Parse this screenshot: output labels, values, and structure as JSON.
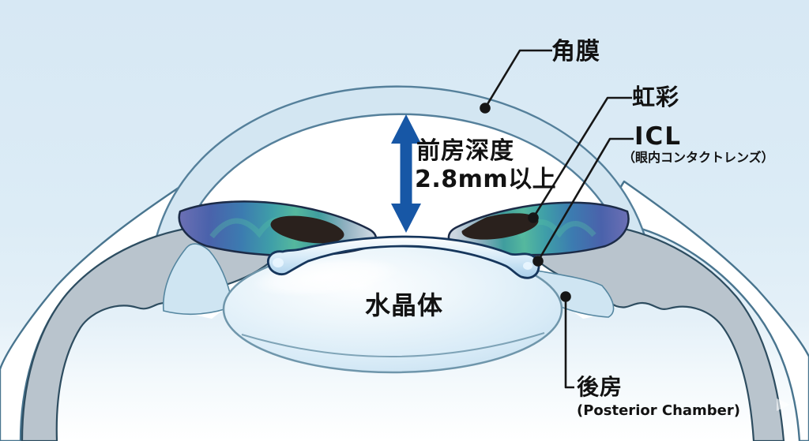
{
  "diagram": {
    "labels": {
      "cornea": "角膜",
      "iris": "虹彩",
      "icl": "ICL",
      "icl_sub": "（眼内コンタクトレンズ）",
      "depth_line1": "前房深度",
      "depth_line2": "2.8mm以上",
      "lens": "水晶体",
      "posterior": "後房",
      "posterior_en": "(Posterior Chamber)"
    },
    "colors": {
      "background": "#dcebf5",
      "cornea_band": "#d3e6f2",
      "sclera": "#ffffff",
      "ciliary_gray": "#b9c4cd",
      "iris_blue": "#3e93ad",
      "pupil": "#2a211d",
      "lens_fill": "#d9ecf7",
      "icl_fill": "#bcdcf2",
      "icl_outline": "#16365c",
      "arrow_blue": "#1757a6",
      "leader_line": "#161616",
      "text": "#121212"
    }
  }
}
